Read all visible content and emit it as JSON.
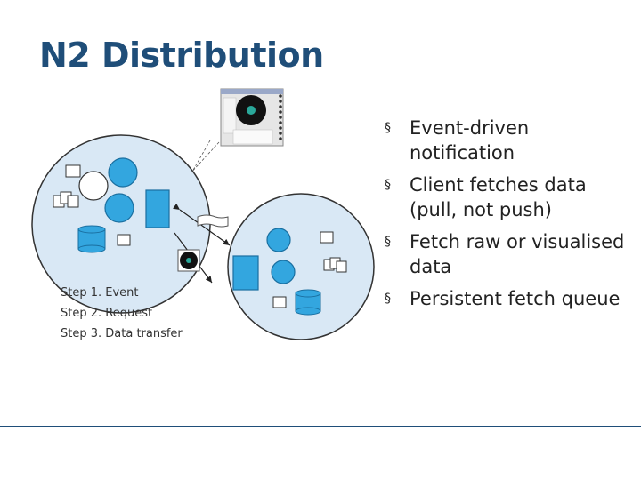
{
  "title": "N2 Distribution",
  "steps": [
    "Step 1. Event",
    "Step 2. Request",
    "Step 3. Data transfer"
  ],
  "bullets": [
    "Event-driven notification",
    "Client fetches data (pull, not push)",
    "Fetch raw or visualised data",
    "Persistent fetch queue"
  ],
  "bullet_marker": "§",
  "colors": {
    "title": "#1f4e79",
    "cloud": "#d9e8f5",
    "node": "#33a6df",
    "node_border": "#1a6fa0",
    "outline": "#333333"
  }
}
